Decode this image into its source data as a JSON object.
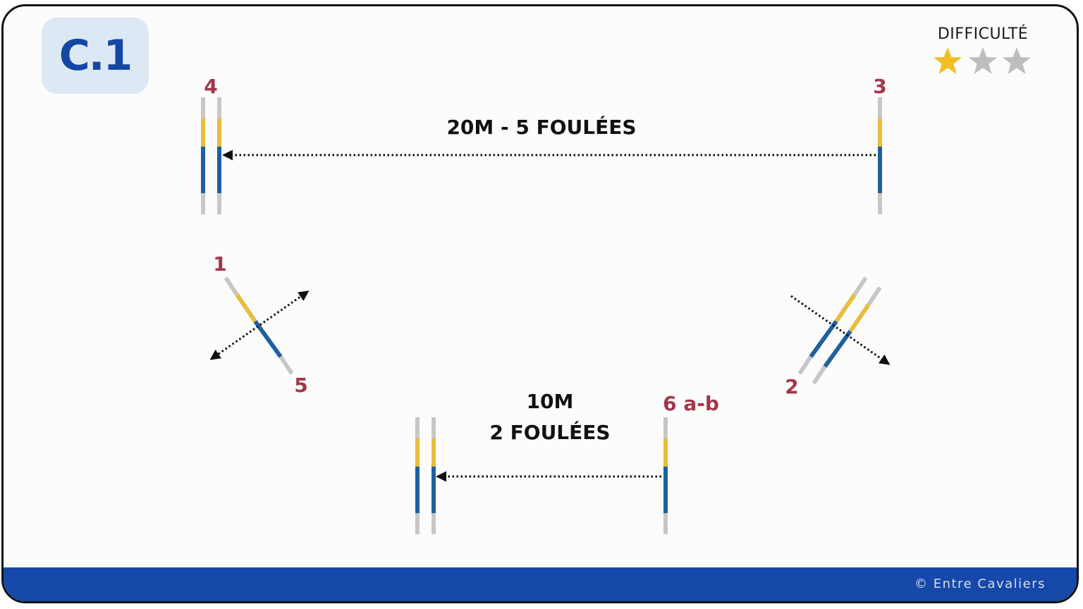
{
  "badge": {
    "label": "C.1"
  },
  "difficulty": {
    "label": "DIFFICULTÉ",
    "rating": 1,
    "max": 3
  },
  "jumps": {
    "j1": "1",
    "j2": "2",
    "j3": "3",
    "j4": "4",
    "j5": "5",
    "j6": "6 a-b"
  },
  "distances": {
    "top": "20M - 5 FOULÉES",
    "bottom_line1": "10M",
    "bottom_line2": "2 FOULÉES"
  },
  "footer": {
    "copyright": "© Entre Cavaliers"
  },
  "colors": {
    "label_red": "#a3364a",
    "pole_blue": "#1f5fa0",
    "pole_yellow": "#e8bd3d",
    "pole_gray": "#c7c7c7",
    "badge_bg": "#dde8f5",
    "badge_text": "#1347a3",
    "footer_blue": "#1548a9",
    "star_gold": "#f2bf27",
    "star_gray": "#bdbdbd"
  }
}
